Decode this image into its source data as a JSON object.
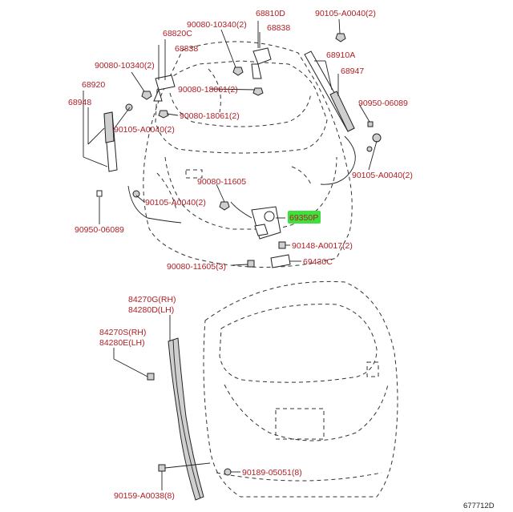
{
  "callouts": [
    {
      "id": "c68810D",
      "text": "68810D"
    },
    {
      "id": "c68838a",
      "text": "68838"
    },
    {
      "id": "c90080_10340a",
      "text": "90080-10340(2)"
    },
    {
      "id": "c90105_A0040a",
      "text": "90105-A0040(2)"
    },
    {
      "id": "c68820C",
      "text": "68820C"
    },
    {
      "id": "c68838b",
      "text": "68838"
    },
    {
      "id": "c90080_10340b",
      "text": "90080-10340(2)"
    },
    {
      "id": "c68910A",
      "text": "68910A"
    },
    {
      "id": "c68947",
      "text": "68947"
    },
    {
      "id": "c68920",
      "text": "68920"
    },
    {
      "id": "c68948",
      "text": "68948"
    },
    {
      "id": "c90080_18061a",
      "text": "90080-18061(2)"
    },
    {
      "id": "c90950_06089a",
      "text": "90950-06089"
    },
    {
      "id": "c90080_18061b",
      "text": "90080-18061(2)"
    },
    {
      "id": "c90105_A0040b",
      "text": "90105-A0040(2)"
    },
    {
      "id": "c90105_A0040c",
      "text": "90105-A0040(2)"
    },
    {
      "id": "c90080_11605a",
      "text": "90080-11605"
    },
    {
      "id": "c90105_A0040d",
      "text": "90105-A0040(2)"
    },
    {
      "id": "c69350P",
      "text": "69350P"
    },
    {
      "id": "c90950_06089b",
      "text": "90950-06089"
    },
    {
      "id": "c90148_A0017",
      "text": "90148-A0017(2)"
    },
    {
      "id": "c69430C",
      "text": "69430C"
    },
    {
      "id": "c90080_11605b",
      "text": "90080-11605(3)"
    },
    {
      "id": "c84270G",
      "text": "84270G(RH)"
    },
    {
      "id": "c84280D",
      "text": "84280D(LH)"
    },
    {
      "id": "c84270S",
      "text": "84270S(RH)"
    },
    {
      "id": "c84280E",
      "text": "84280E(LH)"
    },
    {
      "id": "c90189_05051",
      "text": "90189-05051(8)"
    },
    {
      "id": "c90159_A0038",
      "text": "90159-A0038(8)"
    }
  ],
  "diagram_code": "677712D",
  "highlight_color": "#3ee03e",
  "label_color": "#b01e23"
}
